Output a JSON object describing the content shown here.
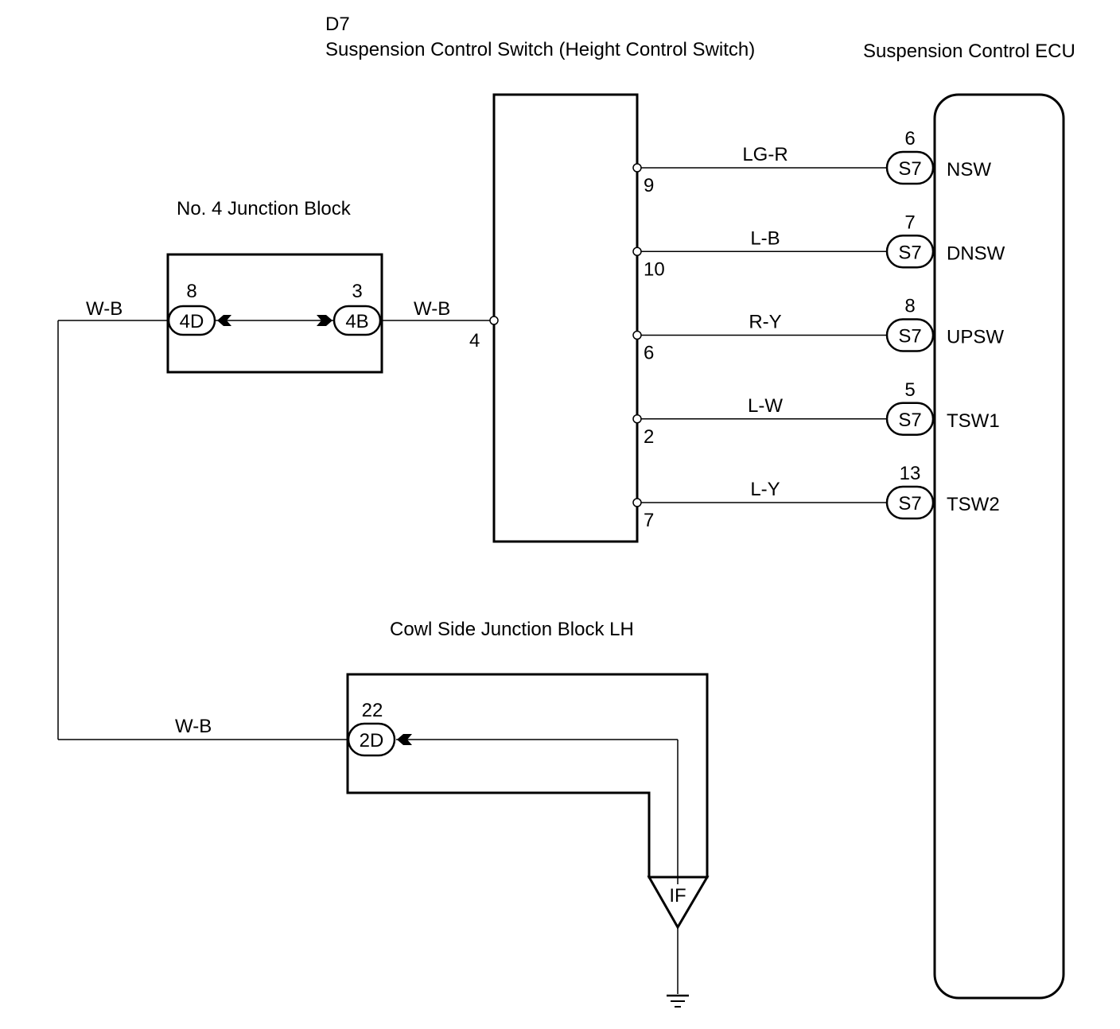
{
  "diagram": {
    "switch": {
      "code": "D7",
      "name": "Suspension Control Switch (Height Control Switch)",
      "ground_pin": "4"
    },
    "ecu": {
      "name": "Suspension Control ECU"
    },
    "junction_block_4": {
      "name": "No. 4 Junction Block",
      "left_connector": {
        "code": "4D",
        "pin": "8"
      },
      "right_connector": {
        "code": "4B",
        "pin": "3"
      }
    },
    "cowl_junction": {
      "name": "Cowl Side Junction Block LH",
      "connector": {
        "code": "2D",
        "pin": "22"
      },
      "ground_point": "IF"
    },
    "wires": {
      "wb_left": "W-B",
      "wb_right": "W-B",
      "wb_bottom": "W-B"
    },
    "signals": [
      {
        "switch_pin": "9",
        "wire": "LG-R",
        "ecu_connector": "S7",
        "ecu_pin": "6",
        "terminal": "NSW"
      },
      {
        "switch_pin": "10",
        "wire": "L-B",
        "ecu_connector": "S7",
        "ecu_pin": "7",
        "terminal": "DNSW"
      },
      {
        "switch_pin": "6",
        "wire": "R-Y",
        "ecu_connector": "S7",
        "ecu_pin": "8",
        "terminal": "UPSW"
      },
      {
        "switch_pin": "2",
        "wire": "L-W",
        "ecu_connector": "S7",
        "ecu_pin": "5",
        "terminal": "TSW1"
      },
      {
        "switch_pin": "7",
        "wire": "L-Y",
        "ecu_connector": "S7",
        "ecu_pin": "13",
        "terminal": "TSW2"
      }
    ]
  }
}
